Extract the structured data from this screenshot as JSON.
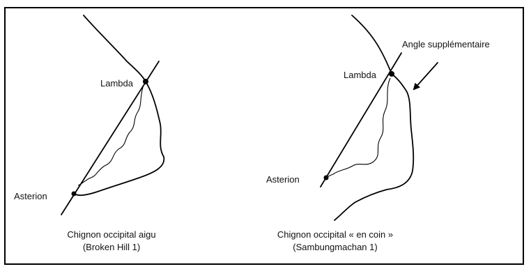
{
  "left_figure": {
    "lambda_label": "Lambda",
    "asterion_label": "Asterion",
    "caption_line1": "Chignon occipital aigu",
    "caption_line2": "(Broken Hill 1)"
  },
  "right_figure": {
    "lambda_label": "Lambda",
    "asterion_label": "Asterion",
    "angle_label": "Angle supplémentaire",
    "caption_line1": "Chignon occipital « en coin »",
    "caption_line2": "(Sambungmachan 1)"
  }
}
